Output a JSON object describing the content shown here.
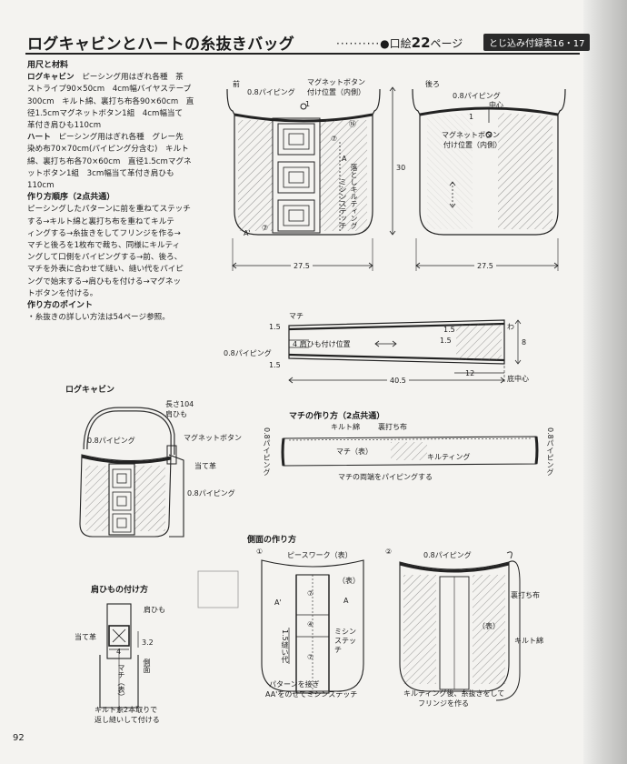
{
  "header": {
    "title": "ログキャビンとハートの糸抜きバッグ",
    "dots": "··········",
    "ref_mark": "●",
    "ref_prefix": "口絵",
    "ref_number": "22",
    "ref_suffix": "ページ",
    "badge": "とじ込み付録表16・17"
  },
  "materials": {
    "heading": "用尺と材料",
    "log_title": "ログキャビン",
    "log_lines": [
      "ピーシング用はぎれ各種　茶",
      "ストライプ90×50cm　4cm幅バイヤステープ",
      "300cm　キルト綿、裏打ち布各90×60cm　直",
      "径1.5cmマグネットボタン1組　4cm幅当て",
      "革付き肩ひも110cm"
    ],
    "heart_title": "ハート",
    "heart_lines": [
      "ピーシング用はぎれ各種　グレー先",
      "染め布70×70cm(パイピング分含む)　キルト",
      "綿、裏打ち布各70×60cm　直径1.5cmマグネ",
      "ットボタン1組　3cm幅当て革付き肩ひも",
      "110cm"
    ]
  },
  "steps": {
    "heading": "作り方順序（2点共通）",
    "lines": [
      "ピーシングしたパターンに前を重ねてステッチ",
      "する→キルト綿と裏打ち布を重ねてキルテ",
      "ィングする→糸抜きをしてフリンジを作る→",
      "マチと後ろを1枚布で裁ち、同様にキルティ",
      "ングして口側をパイピングする→前、後ろ、",
      "マチを外表に合わせて縫い、縫い代をパイピ",
      "ングで始末する→肩ひもを付ける→マグネッ",
      "トボタンを付ける。"
    ]
  },
  "points": {
    "heading": "作り方のポイント",
    "line": "・糸抜きの詳しい方法は54ページ参照。"
  },
  "front_diagram": {
    "label_front": "前",
    "label_piping": "0.8パイピング",
    "label_magnet": "マグネットボタン",
    "label_magnet2": "付け位置（内側）",
    "label_one": "1",
    "block_nums": [
      "⑯",
      "⑦",
      "⑦"
    ],
    "label_a": "A",
    "label_a2": "A'",
    "label_stitch": "落としキルティング",
    "label_stitch2": "ミシンステッチ",
    "dim_height": "30",
    "dim_width": "27.5"
  },
  "back_diagram": {
    "label_back": "後ろ",
    "label_piping": "0.8パイピング",
    "label_center": "中心",
    "label_one": "1",
    "label_magnet": "マグネットボタン",
    "label_magnet2": "付け位置（内側）",
    "dim_width": "27.5"
  },
  "gusset": {
    "label": "マチ",
    "d15a": "1.5",
    "d15b": "1.5",
    "d15c": "1.5",
    "d15d": "1.5",
    "strap_pos": "4 肩ひも付け位置",
    "piping": "0.8パイピング",
    "wa": "わ",
    "h8": "8",
    "d12": "12",
    "d405": "40.5",
    "bottom_center": "底中心"
  },
  "log_bag": {
    "title": "ログキャビン",
    "strap": "長さ104",
    "strap2": "肩ひも",
    "piping": "0.8パイピング",
    "magnet": "マグネットボタン",
    "leather": "当て革",
    "piping2": "0.8パイピング"
  },
  "gusset_make": {
    "title": "マチの作り方（2点共通）",
    "batting": "キルト綿",
    "lining": "裏打ち布",
    "left_piping": "0.8パイピング",
    "right_piping": "0.8パイピング",
    "machi": "マチ（表）",
    "quilting": "キルティング",
    "caption": "マチの両端をパイピングする"
  },
  "side_make": {
    "title": "側面の作り方",
    "step1": "①",
    "step2": "②",
    "piecework": "ピースワーク（表）",
    "omote": "（表）",
    "a": "A",
    "a2": "A'",
    "n7": "⑦",
    "n4": "④",
    "seam": "1.5縫い代",
    "machine": "ミシンステッチ",
    "caption1": "パターンを接ぎ",
    "caption2": "AA'をのせてミシンステッチ",
    "piping": "0.8パイピング",
    "lining": "裏打ち布",
    "omote2": "（表）",
    "batting": "キルト綿",
    "caption3": "キルティング後、糸抜きをして",
    "caption4": "フリンジを作る"
  },
  "strap_attach": {
    "title": "肩ひもの付け方",
    "strap": "肩ひも",
    "leather": "当て革",
    "d4": "4",
    "d32": "3.2",
    "machi": "マチ（表）",
    "side": "側面",
    "caption1": "キルト糸2本取りで",
    "caption2": "返し縫いして付ける"
  },
  "page_number": "92"
}
